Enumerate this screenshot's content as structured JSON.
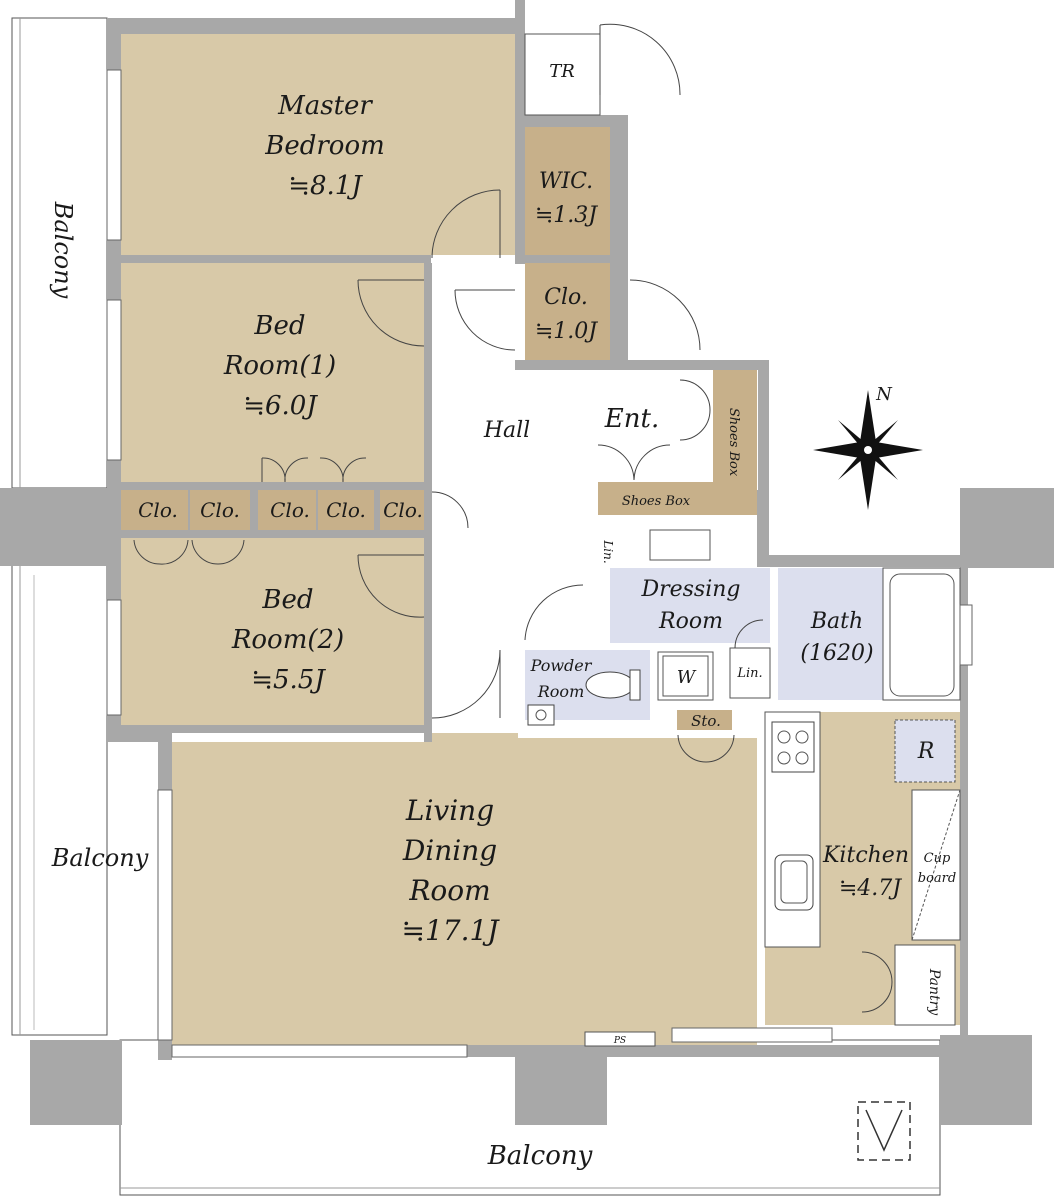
{
  "rooms": {
    "master_bedroom": {
      "line1": "Master",
      "line2": "Bedroom",
      "size": "≒8.1J"
    },
    "wic": {
      "name": "WIC.",
      "size": "≒1.3J"
    },
    "clo_small": {
      "name": "Clo.",
      "size": "≒1.0J"
    },
    "tr": {
      "name": "TR"
    },
    "bedroom1": {
      "line1": "Bed",
      "line2": "Room(1)",
      "size": "≒6.0J"
    },
    "bedroom2": {
      "line1": "Bed",
      "line2": "Room(2)",
      "size": "≒5.5J"
    },
    "hall": {
      "name": "Hall"
    },
    "entrance": {
      "name": "Ent."
    },
    "shoes_box_vertical": {
      "name": "Shoes Box"
    },
    "shoes_box_horizontal": {
      "name": "Shoes Box"
    },
    "closets": [
      "Clo.",
      "Clo.",
      "Clo.",
      "Clo.",
      "Clo."
    ],
    "lin_hall": {
      "name": "Lin."
    },
    "dressing_room": {
      "line1": "Dressing",
      "line2": "Room"
    },
    "washer": {
      "name": "W"
    },
    "lin_bath": {
      "name": "Lin."
    },
    "bath": {
      "line1": "Bath",
      "line2": "(1620)"
    },
    "powder_room": {
      "line1": "Powder",
      "line2": "Room"
    },
    "storage": {
      "name": "Sto."
    },
    "living": {
      "line1": "Living",
      "line2": "Dining",
      "line3": "Room",
      "size": "≒17.1J"
    },
    "kitchen": {
      "name": "Kitchen",
      "size": "≒4.7J"
    },
    "refrigerator": {
      "name": "R"
    },
    "cupboard": {
      "line1": "Cup",
      "line2": "board"
    },
    "pantry": {
      "name": "Pantry"
    },
    "ps": {
      "name": "PS"
    }
  },
  "balconies": {
    "west_upper": "Balcony",
    "west_lower": "Balcony",
    "south": "Balcony"
  },
  "compass": {
    "label": "N"
  },
  "colors": {
    "room_fill": "#d8c9a8",
    "closet_fill": "#c7b08a",
    "wet_area_fill": "#dcdfee",
    "wall": "#a8a8a8"
  }
}
